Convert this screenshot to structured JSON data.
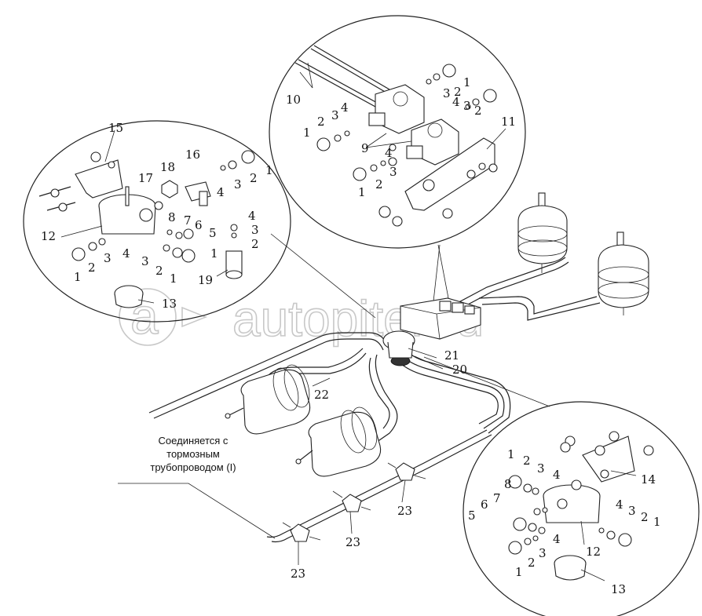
{
  "watermark": {
    "text": "autopiter.ru",
    "logo_text": "a"
  },
  "caption": {
    "line1": "Соединяется с",
    "line2": "тормозным",
    "line3": "трубопроводом (I)"
  },
  "callouts": {
    "c1": "1",
    "c2": "2",
    "c3": "3",
    "c4": "4",
    "c5": "5",
    "c6": "6",
    "c7": "7",
    "c8": "8",
    "c9": "9",
    "c10": "10",
    "c11": "11",
    "c12": "12",
    "c13": "13",
    "c14": "14",
    "c15": "15",
    "c16": "16",
    "c17": "17",
    "c18": "18",
    "c19": "19",
    "c20": "20",
    "c21": "21",
    "c22": "22",
    "c23": "23"
  }
}
